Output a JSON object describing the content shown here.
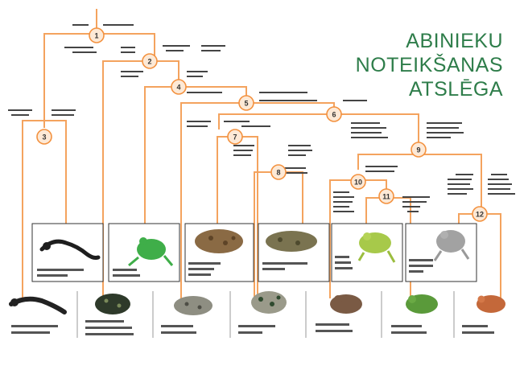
{
  "title_lines": [
    "ABINIEKU",
    "NOTEIKŠANAS",
    "ATSLĒGA"
  ],
  "colors": {
    "line": "#f4a35e",
    "node_fill": "#fde9d6",
    "node_stroke": "#f39240",
    "title": "#2e7d4a",
    "box_border": "#333333"
  },
  "node_labels": [
    "1",
    "2",
    "3",
    "4",
    "5",
    "6",
    "7",
    "8",
    "9",
    "10",
    "11",
    "12"
  ],
  "upper_cards": [
    {
      "name": "black-salamander-card",
      "icon": "newt-dark"
    },
    {
      "name": "green-tree-frog-card",
      "icon": "frog-green"
    },
    {
      "name": "brown-toad-card",
      "icon": "toad-brown"
    },
    {
      "name": "olive-toad-card",
      "icon": "toad-olive"
    },
    {
      "name": "yellow-green-frog-card",
      "icon": "frog-yellowgreen"
    },
    {
      "name": "grey-frog-card",
      "icon": "frog-grey"
    }
  ],
  "lower_species": [
    {
      "name": "dark-newt",
      "icon": "newt-black"
    },
    {
      "name": "dark-spotted-toad",
      "icon": "toad-darkgreen"
    },
    {
      "name": "grey-spotted-toad",
      "icon": "toad-grey"
    },
    {
      "name": "green-spotted-toad",
      "icon": "toad-spotted"
    },
    {
      "name": "brown-frog",
      "icon": "frog-brown"
    },
    {
      "name": "green-frog",
      "icon": "frog-green2"
    },
    {
      "name": "orange-frog",
      "icon": "frog-orange"
    }
  ]
}
